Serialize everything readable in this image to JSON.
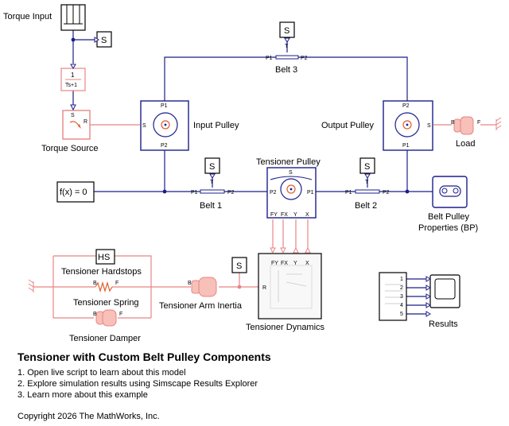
{
  "colors": {
    "signal": "#1b1f8a",
    "physical": "#f08080",
    "block_blue": "#1b1f8a",
    "accent_orange": "#e35d2c"
  },
  "blocks": {
    "torque_input": "Torque Input",
    "scope_s": "S",
    "transfer_num": "1",
    "transfer_den": "Ts+1",
    "torque_source": "Torque Source",
    "torque_source_port_s": "S",
    "torque_source_port_r": "R",
    "fx": "f(x) = 0",
    "input_pulley": "Input Pulley",
    "output_pulley": "Output Pulley",
    "tensioner_pulley": "Tensioner Pulley",
    "belt1": "Belt 1",
    "belt2": "Belt 2",
    "belt3": "Belt 3",
    "load": "Load",
    "load_port_b": "B",
    "load_port_f": "F",
    "bp_line1": "Belt Pulley",
    "bp_line2": "Properties (BP)",
    "tensioner_hardstops": "Tensioner Hardstops",
    "hardstops_icon": "HS",
    "tensioner_spring": "Tensioner Spring",
    "tensioner_damper": "Tensioner Damper",
    "arm_inertia": "Tensioner Arm Inertia",
    "tensioner_dynamics": "Tensioner Dynamics",
    "results": "Results",
    "sensor_t": "T",
    "port_p1": "P1",
    "port_p2": "P2",
    "port_s": "S",
    "port_b": "B",
    "port_f": "F",
    "port_r": "R",
    "tp_ports": [
      "FY",
      "FX",
      "Y",
      "X"
    ],
    "results_ports": [
      "1",
      "2",
      "3",
      "4",
      "5"
    ]
  },
  "description": {
    "title": "Tensioner with Custom Belt Pulley Components",
    "steps": [
      "1. Open live script to learn about this model",
      "2. Explore simulation results using Simscape Results Explorer",
      "3. Learn more about this example"
    ],
    "copyright": "Copyright 2026 The MathWorks, Inc."
  }
}
